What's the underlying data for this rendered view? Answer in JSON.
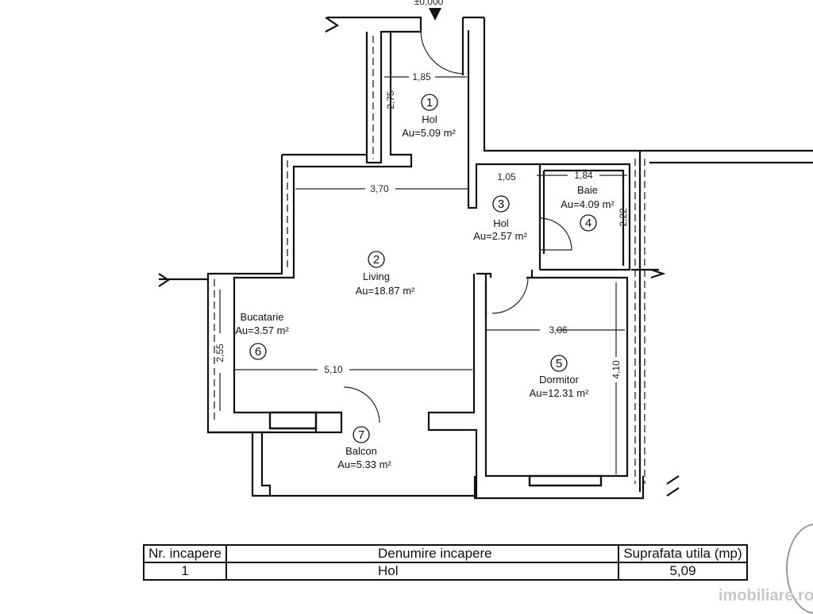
{
  "plan": {
    "elevation_mark": "±0,000",
    "rooms": [
      {
        "nr": "1",
        "name": "Hol",
        "area": "Au=5.09 m²"
      },
      {
        "nr": "2",
        "name": "Living",
        "area": "Au=18.87 m²"
      },
      {
        "nr": "3",
        "name": "Hol",
        "area": "Au=2.57 m²"
      },
      {
        "nr": "4",
        "name": "Baie",
        "area": "Au=4.09 m²"
      },
      {
        "nr": "5",
        "name": "Dormitor",
        "area": "Au=12.31 m²"
      },
      {
        "nr": "6",
        "name": "Bucatarie",
        "area": "Au=3.57 m²"
      },
      {
        "nr": "7",
        "name": "Balcon",
        "area": "Au=5.33 m²"
      }
    ],
    "dimensions": {
      "hol1_width": "1,85",
      "hol1_depth": "2,75",
      "living_width": "3,70",
      "hol3_width": "1,05",
      "baie_width": "1,84",
      "baie_depth": "2,22",
      "dormitor_width": "3,06",
      "dormitor_depth": "4,10",
      "living_length": "5,10",
      "bucatarie_depth": "2,55"
    }
  },
  "table": {
    "headers": {
      "nr": "Nr. incapere",
      "name": "Denumire incapere",
      "area": "Suprafata utila (mp)"
    },
    "rows": [
      {
        "nr": "1",
        "name": "Hol",
        "area": "5,09"
      }
    ]
  },
  "watermark": "imobiliare.ro"
}
